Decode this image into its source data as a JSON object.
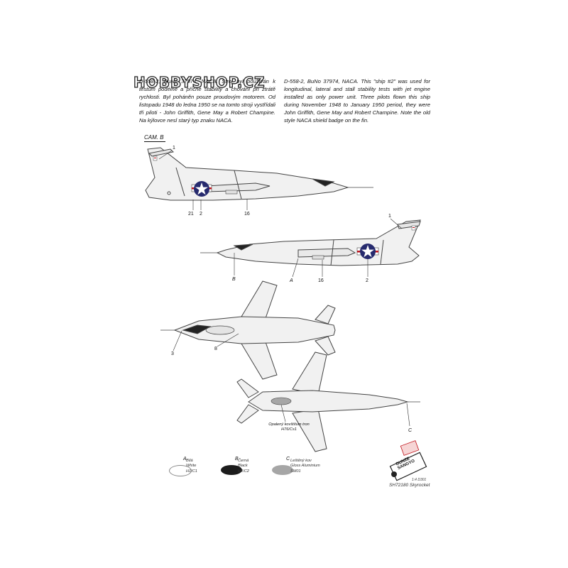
{
  "watermark": "HOBBYSHOP.CZ",
  "description": {
    "cz": "D-558-2, BuNo 37974, NACA. Stroj byl používán k testům podélné a příčné stability a chování při ztrátě rychlosti. Byl poháněn pouze proudovým motorem. Od listopadu 1948 do ledna 1950 se na tomto stroji vystřídali tři piloti - John Griffith, Gene May a Robert Champine. Na kýlovce nesl starý typ znaku NACA.",
    "en": "D-558-2, BuNo 37974, NACA. This \"ship #2\" was used for longitudinal, lateral and stall stability tests with jet engine installed as only power unit. Three pilots flown this ship during November 1948 to January 1950 period, they were John Griffith, Gene May and Robert Champine. Note the old style NACA shield badge on the fin."
  },
  "camo_label": "CAM. B",
  "callouts": {
    "side1_fin": "1",
    "side1_a": "21",
    "side1_b": "2",
    "side1_c": "16",
    "side2_fin": "1",
    "side2_b": "B",
    "side2_a": "A",
    "side2_c": "16",
    "side2_d": "2",
    "top_a": "3",
    "top_b": "8",
    "bottom_c": "C"
  },
  "bottom_note": [
    "Opalený kovštítum tron",
    "H76/Cs1"
  ],
  "legend": [
    {
      "letter": "A",
      "lines": [
        "Bílá",
        "White",
        "H1/C1"
      ],
      "color": "#ffffff"
    },
    {
      "letter": "B",
      "lines": [
        "Černá",
        "Black",
        "H2/C2"
      ],
      "color": "#1c1c1c"
    },
    {
      "letter": "C",
      "lines": [
        "Leštěný kov",
        "Gloss Aluminium",
        "SM01"
      ],
      "color": "#a6a6a6"
    }
  ],
  "scale": "1:4 D301",
  "product_code": "SH72180 Skyrocket",
  "logo_text": [
    "GUNZE",
    "SANGYO"
  ],
  "colors": {
    "aircraft_fill": "#f1f1f1",
    "outline": "#444444",
    "roundel_blue": "#262a6e",
    "stripe_red": "#c0141c"
  }
}
